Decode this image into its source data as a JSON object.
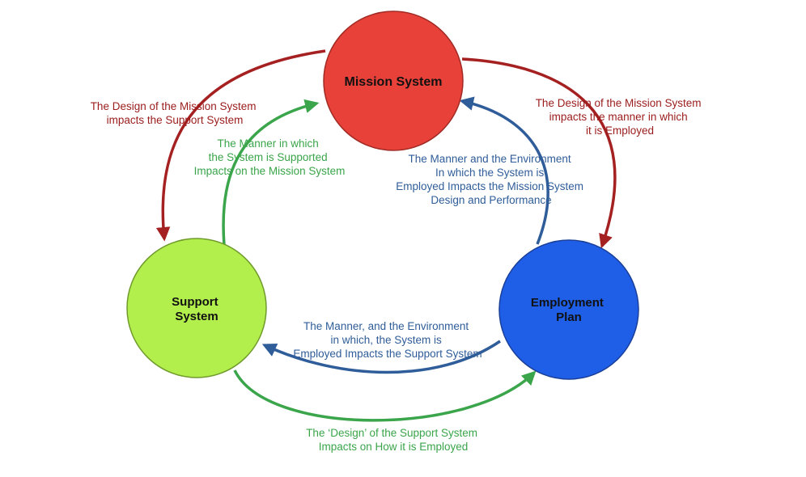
{
  "nodes": {
    "mission": {
      "label_lines": [
        "Mission System"
      ],
      "fill": "#e8413a",
      "stroke": "#a02a24"
    },
    "support": {
      "label_lines": [
        "Support",
        "System"
      ],
      "fill": "#b3ef4c",
      "stroke": "#6f9a2c"
    },
    "employment": {
      "label_lines": [
        "Employment",
        "Plan"
      ],
      "fill": "#1f5fe8",
      "stroke": "#1a3f99"
    }
  },
  "edges": {
    "mission_to_support": {
      "color": "#a52020",
      "label_lines": [
        "The Design of the Mission System",
        "impacts the Support System"
      ]
    },
    "support_to_mission": {
      "color": "#3aa54a",
      "label_lines": [
        "The Manner in which",
        "the System is Supported",
        "Impacts on the Mission System"
      ]
    },
    "mission_to_employment": {
      "color": "#a52020",
      "label_lines": [
        "The Design of the Mission System",
        "impacts the manner in which",
        "it is Employed"
      ]
    },
    "employment_to_mission": {
      "color": "#2f5d99",
      "label_lines": [
        "The Manner and the Environment",
        "In which the System is",
        "Employed Impacts the Mission System",
        "Design and Performance"
      ]
    },
    "employment_to_support": {
      "color": "#2f5d99",
      "label_lines": [
        "The Manner, and the Environment",
        "in which, the System is",
        "Employed Impacts the Support System"
      ]
    },
    "support_to_employment": {
      "color": "#3aa54a",
      "label_lines": [
        "The ‘Design’ of the Support System",
        "Impacts on How it is Employed"
      ]
    }
  }
}
